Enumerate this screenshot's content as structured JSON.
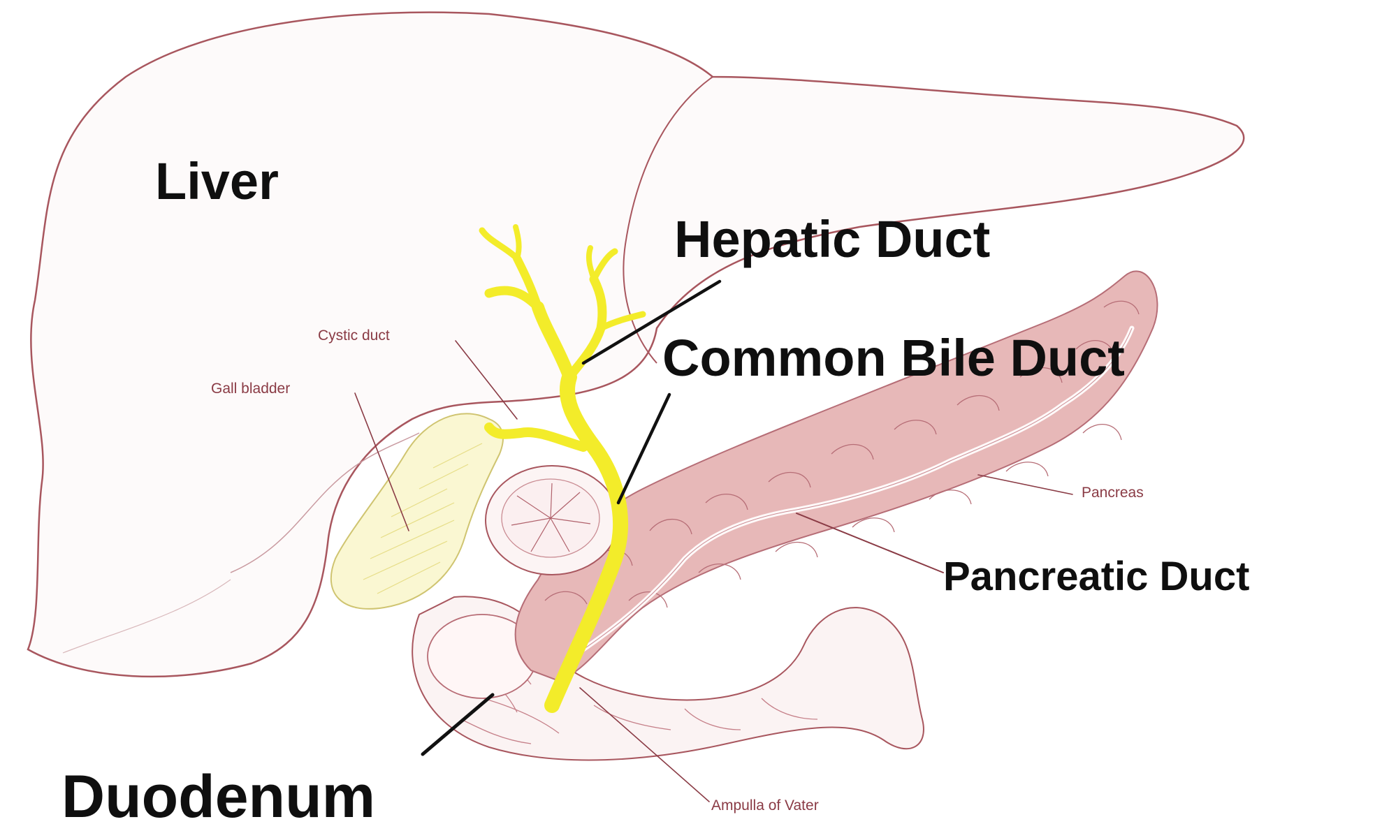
{
  "labels": {
    "liver": "Liver",
    "hepatic_duct": "Hepatic Duct",
    "common_bile_duct": "Common Bile Duct",
    "pancreatic_duct": "Pancreatic Duct",
    "duodenum": "Duodenum",
    "cystic_duct": "Cystic duct",
    "gall_bladder": "Gall bladder",
    "pancreas": "Pancreas",
    "ampulla_of_vater": "Ampulla of Vater"
  },
  "colors": {
    "outline": "#a8565e",
    "bile_duct": "#f3ec2a",
    "pancreas_fill": "#e7b8b8",
    "gallbladder_fill": "#faf7d2",
    "label_large": "#0f0f0f",
    "label_small": "#8a3b45"
  }
}
